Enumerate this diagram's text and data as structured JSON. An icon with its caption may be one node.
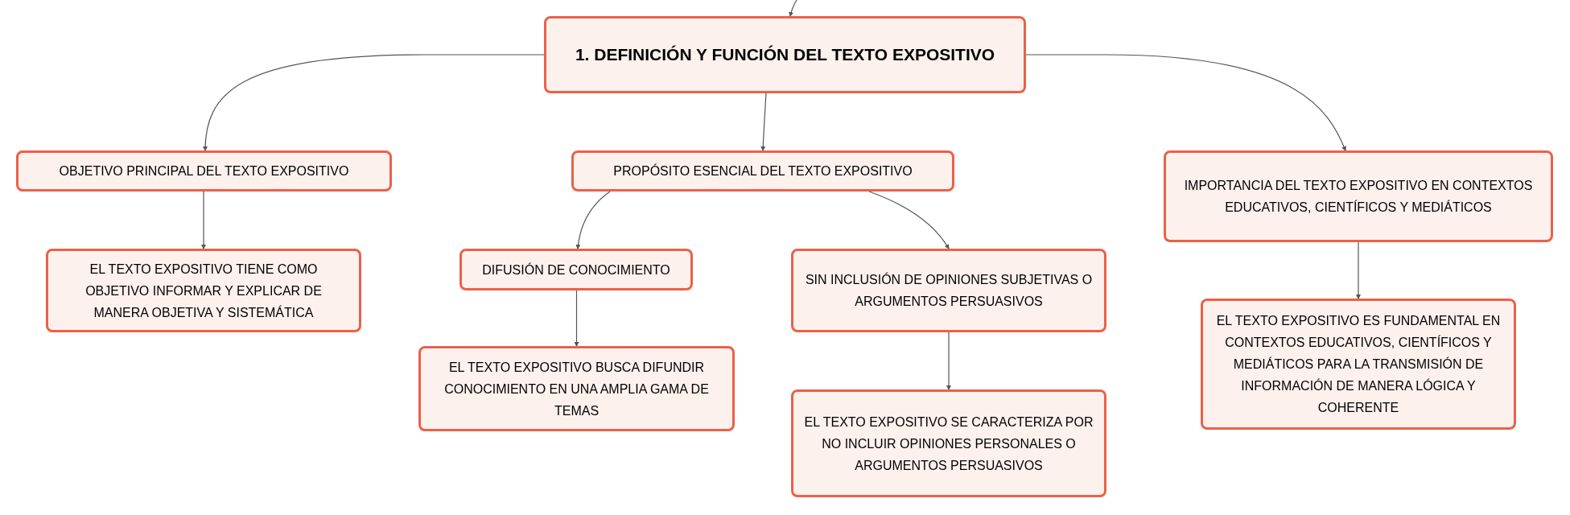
{
  "diagram": {
    "nodes": [
      {
        "text": [
          "1. DEFINICIÓN Y FUNCIÓN DEL TEXTO EXPOSITIVO"
        ]
      },
      {
        "text": [
          "OBJETIVO PRINCIPAL DEL TEXTO EXPOSITIVO"
        ]
      },
      {
        "text": [
          "PROPÓSITO ESENCIAL DEL TEXTO EXPOSITIVO"
        ]
      },
      {
        "text": [
          "IMPORTANCIA DEL TEXTO EXPOSITIVO EN CONTEXTOS EDUCATIVOS, CIENTÍFICOS Y MEDIÁTICOS"
        ]
      },
      {
        "text": [
          "EL TEXTO EXPOSITIVO TIENE COMO OBJETIVO INFORMAR Y EXPLICAR DE MANERA OBJETIVA Y SISTEMÁTICA"
        ]
      },
      {
        "text": [
          "DIFUSIÓN DE CONOCIMIENTO"
        ]
      },
      {
        "text": [
          "SIN INCLUSIÓN DE OPINIONES SUBJETIVAS O ARGUMENTOS PERSUASIVOS"
        ]
      },
      {
        "text": [
          "EL TEXTO EXPOSITIVO BUSCA DIFUNDIR CONOCIMIENTO EN UNA AMPLIA GAMA DE TEMAS"
        ]
      },
      {
        "text": [
          "EL TEXTO EXPOSITIVO SE CARACTERIZA POR NO INCLUIR OPINIONES PERSONALES O ARGUMENTOS PERSUASIVOS"
        ]
      },
      {
        "text": [
          "EL TEXTO EXPOSITIVO ES FUNDAMENTAL EN CONTEXTOS EDUCATIVOS, CIENTÍFICOS Y MEDIÁTICOS PARA LA TRANSMISIÓN DE INFORMACIÓN DE MANERA LÓGICA Y COHERENTE"
        ]
      }
    ],
    "edges": [
      {
        "from": null,
        "to": 0,
        "arrow": "to"
      },
      {
        "from": 0,
        "to": 1,
        "arrow": "to"
      },
      {
        "from": 0,
        "to": 2,
        "arrow": "to"
      },
      {
        "from": 0,
        "to": 3,
        "arrow": "to"
      },
      {
        "from": 1,
        "to": 4,
        "arrow": "to"
      },
      {
        "from": 2,
        "to": 5,
        "arrow": "to"
      },
      {
        "from": 2,
        "to": 6,
        "arrow": "to"
      },
      {
        "from": 5,
        "to": 7,
        "arrow": "to"
      },
      {
        "from": 6,
        "to": 8,
        "arrow": "to"
      },
      {
        "from": 3,
        "to": 9,
        "arrow": "to"
      }
    ]
  }
}
